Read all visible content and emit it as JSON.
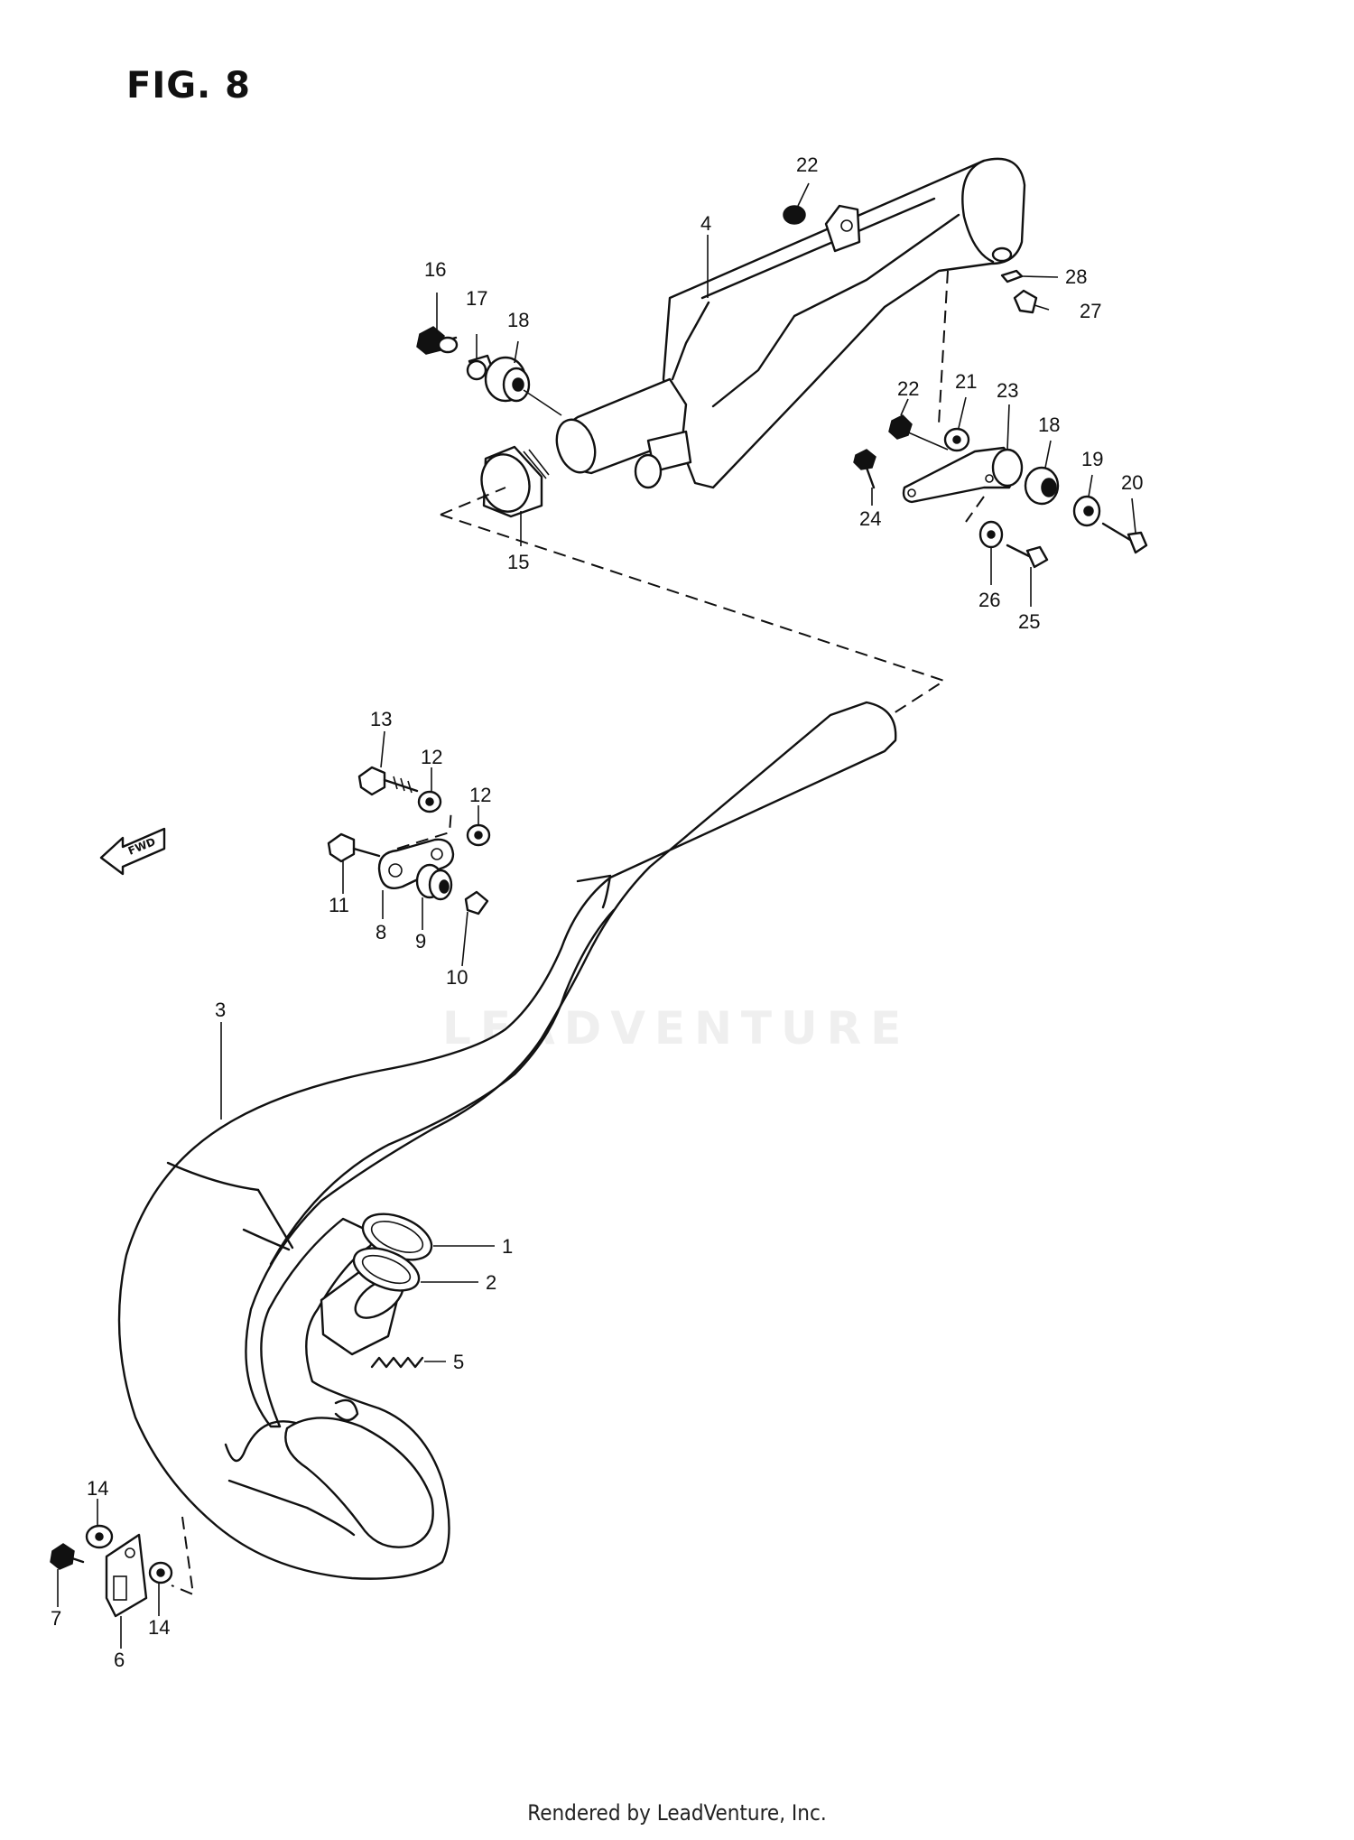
{
  "figure": {
    "title": "FIG. 8",
    "watermark": "LEADVENTURE",
    "fwd_arrow": "FWD",
    "footer": "Rendered by LeadVenture, Inc."
  },
  "parts": [
    {
      "id": "p1",
      "label": "1"
    },
    {
      "id": "p2",
      "label": "2"
    },
    {
      "id": "p3",
      "label": "3"
    },
    {
      "id": "p4",
      "label": "4"
    },
    {
      "id": "p5",
      "label": "5"
    },
    {
      "id": "p6",
      "label": "6"
    },
    {
      "id": "p7",
      "label": "7"
    },
    {
      "id": "p8",
      "label": "8"
    },
    {
      "id": "p9",
      "label": "9"
    },
    {
      "id": "p10",
      "label": "10"
    },
    {
      "id": "p11",
      "label": "11"
    },
    {
      "id": "p12a",
      "label": "12"
    },
    {
      "id": "p12b",
      "label": "12"
    },
    {
      "id": "p13",
      "label": "13"
    },
    {
      "id": "p14a",
      "label": "14"
    },
    {
      "id": "p14b",
      "label": "14"
    },
    {
      "id": "p15",
      "label": "15"
    },
    {
      "id": "p16",
      "label": "16"
    },
    {
      "id": "p17",
      "label": "17"
    },
    {
      "id": "p18a",
      "label": "18"
    },
    {
      "id": "p18b",
      "label": "18"
    },
    {
      "id": "p19",
      "label": "19"
    },
    {
      "id": "p20",
      "label": "20"
    },
    {
      "id": "p21",
      "label": "21"
    },
    {
      "id": "p22a",
      "label": "22"
    },
    {
      "id": "p22b",
      "label": "22"
    },
    {
      "id": "p23",
      "label": "23"
    },
    {
      "id": "p24",
      "label": "24"
    },
    {
      "id": "p25",
      "label": "25"
    },
    {
      "id": "p26",
      "label": "26"
    },
    {
      "id": "p27",
      "label": "27"
    },
    {
      "id": "p28",
      "label": "28"
    }
  ]
}
